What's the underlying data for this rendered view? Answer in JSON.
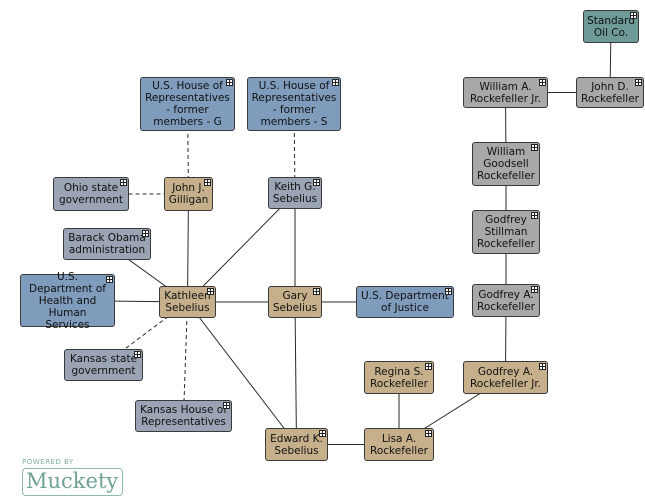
{
  "diagram": {
    "nodes": [
      {
        "id": "standard",
        "label": "Standard\nOil Co.",
        "kind": "std"
      },
      {
        "id": "john_r",
        "label": "John D.\nRockefeller",
        "kind": "roc"
      },
      {
        "id": "william_jr",
        "label": "William A.\nRockefeller Jr.",
        "kind": "roc"
      },
      {
        "id": "william_g",
        "label": "William\nGoodsell\nRockefeller",
        "kind": "roc"
      },
      {
        "id": "godfrey_s",
        "label": "Godfrey\nStillman\nRockefeller",
        "kind": "roc"
      },
      {
        "id": "godfrey_a",
        "label": "Godfrey A.\nRockefeller",
        "kind": "roc"
      },
      {
        "id": "godfrey_jr",
        "label": "Godfrey A.\nRockefeller Jr.",
        "kind": "person"
      },
      {
        "id": "regina",
        "label": "Regina S.\nRockefeller",
        "kind": "person"
      },
      {
        "id": "lisa",
        "label": "Lisa A.\nRockefeller",
        "kind": "person"
      },
      {
        "id": "edward",
        "label": "Edward K.\nSebelius",
        "kind": "person"
      },
      {
        "id": "gary",
        "label": "Gary\nSebelius",
        "kind": "person"
      },
      {
        "id": "doj",
        "label": "U.S. Department\nof Justice",
        "kind": "org"
      },
      {
        "id": "keith",
        "label": "Keith G.\nSebelius",
        "kind": "sbl"
      },
      {
        "id": "house_s",
        "label": "U.S. House of\nRepresentatives\n- former\nmembers - S",
        "kind": "org"
      },
      {
        "id": "house_g",
        "label": "U.S. House of\nRepresentatives\n- former\nmembers - G",
        "kind": "org"
      },
      {
        "id": "gilligan",
        "label": "John J.\nGilligan",
        "kind": "person"
      },
      {
        "id": "ohio",
        "label": "Ohio state\ngovernment",
        "kind": "sbl"
      },
      {
        "id": "obama",
        "label": "Barack Obama\nadministration",
        "kind": "sbl"
      },
      {
        "id": "kathleen",
        "label": "Kathleen\nSebelius",
        "kind": "person"
      },
      {
        "id": "hhs",
        "label": "U.S.\nDepartment of\nHealth and\nHuman Services",
        "kind": "org"
      },
      {
        "id": "kansas_gov",
        "label": "Kansas state\ngovernment",
        "kind": "sbl"
      },
      {
        "id": "kansas_house",
        "label": "Kansas House of\nRepresentatives",
        "kind": "sbl"
      }
    ],
    "edges": [
      {
        "from": "standard",
        "to": "john_r",
        "style": "solid"
      },
      {
        "from": "john_r",
        "to": "william_jr",
        "style": "solid"
      },
      {
        "from": "william_jr",
        "to": "william_g",
        "style": "solid"
      },
      {
        "from": "william_g",
        "to": "godfrey_s",
        "style": "solid"
      },
      {
        "from": "godfrey_s",
        "to": "godfrey_a",
        "style": "solid"
      },
      {
        "from": "godfrey_a",
        "to": "godfrey_jr",
        "style": "solid"
      },
      {
        "from": "godfrey_jr",
        "to": "lisa",
        "style": "solid"
      },
      {
        "from": "regina",
        "to": "lisa",
        "style": "solid"
      },
      {
        "from": "lisa",
        "to": "edward",
        "style": "solid"
      },
      {
        "from": "edward",
        "to": "kathleen",
        "style": "solid"
      },
      {
        "from": "edward",
        "to": "gary",
        "style": "solid"
      },
      {
        "from": "gary",
        "to": "kathleen",
        "style": "solid"
      },
      {
        "from": "gary",
        "to": "doj",
        "style": "solid"
      },
      {
        "from": "gary",
        "to": "keith",
        "style": "solid"
      },
      {
        "from": "keith",
        "to": "kathleen",
        "style": "solid"
      },
      {
        "from": "keith",
        "to": "house_s",
        "style": "dashed"
      },
      {
        "from": "gilligan",
        "to": "house_g",
        "style": "dashed"
      },
      {
        "from": "gilligan",
        "to": "ohio",
        "style": "dashed"
      },
      {
        "from": "gilligan",
        "to": "kathleen",
        "style": "solid"
      },
      {
        "from": "obama",
        "to": "kathleen",
        "style": "solid"
      },
      {
        "from": "hhs",
        "to": "kathleen",
        "style": "solid"
      },
      {
        "from": "kansas_gov",
        "to": "kathleen",
        "style": "dashed"
      },
      {
        "from": "kansas_house",
        "to": "kathleen",
        "style": "dashed"
      }
    ]
  },
  "branding": {
    "powered_by": "POWERED BY",
    "logo_text": "Muckety"
  },
  "colors": {
    "person": "#c6b08c",
    "organization": "#7f9cbd",
    "linked_org": "#9aa4b4",
    "rockefeller": "#a8a8a8",
    "company": "#6e9a98",
    "edge": "#2a2a2a"
  }
}
